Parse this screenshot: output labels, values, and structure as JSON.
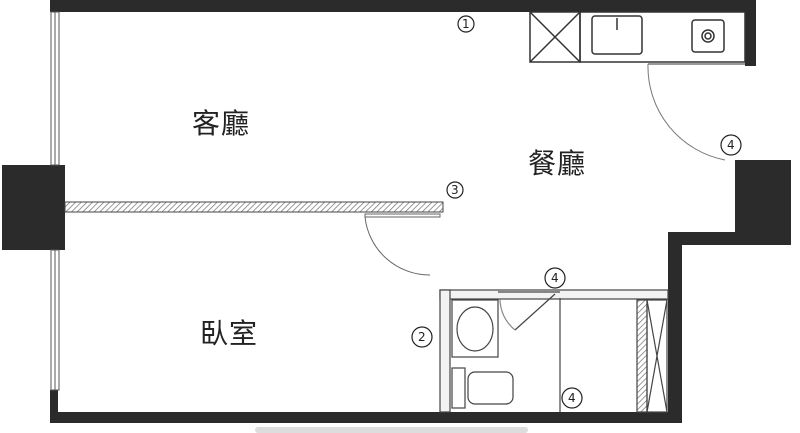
{
  "rooms": {
    "living_room": "客廳",
    "dining_room": "餐廳",
    "bedroom": "臥室"
  },
  "markers": [
    "1",
    "3",
    "4",
    "4",
    "2",
    "4"
  ],
  "colors": {
    "wall": "#2b2b2b",
    "line": "#444444",
    "hatch": "#888888"
  }
}
